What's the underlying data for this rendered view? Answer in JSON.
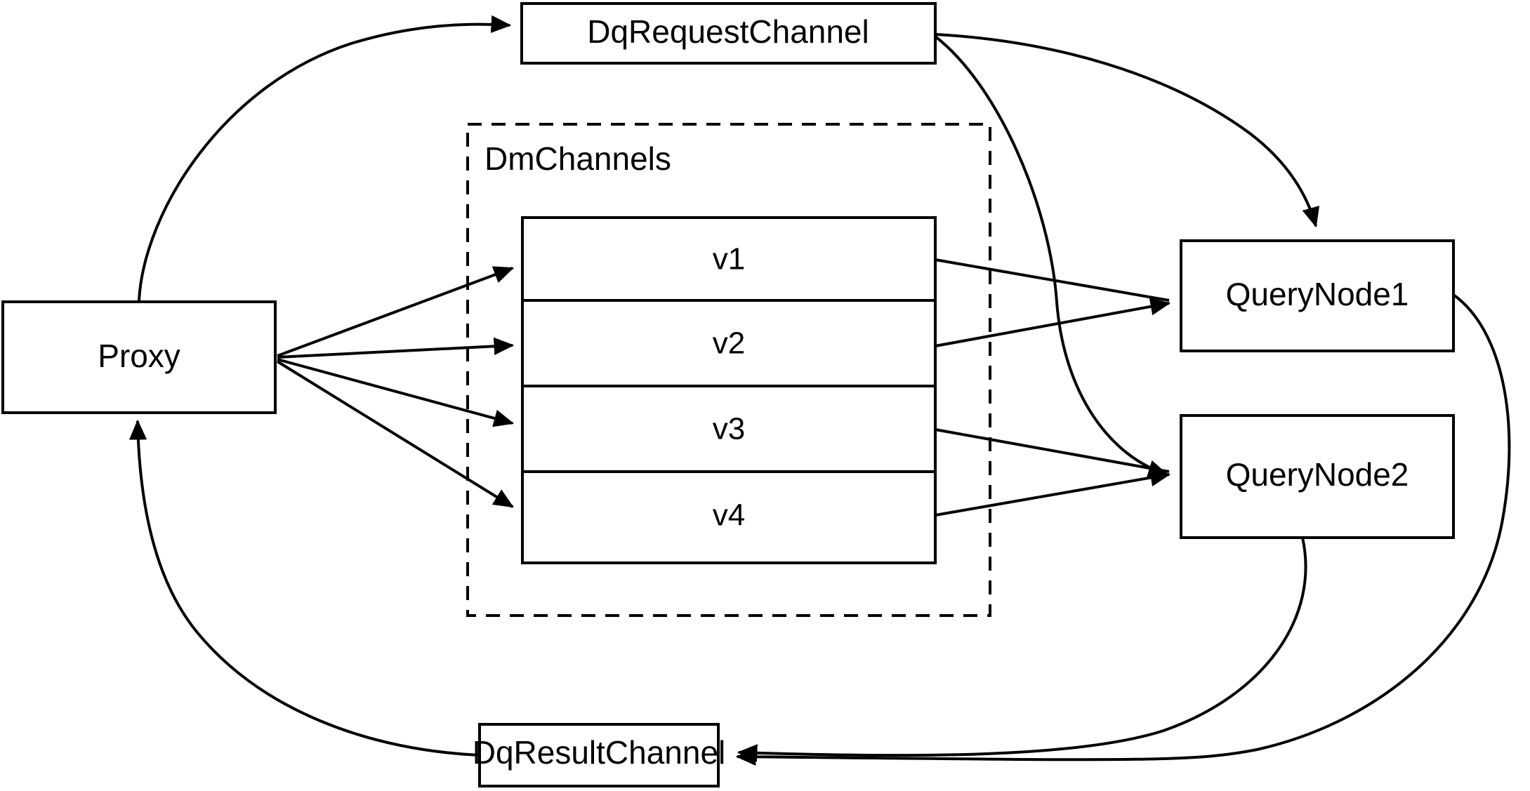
{
  "diagram": {
    "title": "Milvus distributed query message-flow diagram",
    "background_color": "#ffffff",
    "stroke_color": "#000000",
    "nodes": {
      "proxy": {
        "label": "Proxy"
      },
      "dq_request_channel": {
        "label": "DqRequestChannel"
      },
      "dq_result_channel": {
        "label": "DqResultChannel"
      },
      "query_node_1": {
        "label": "QueryNode1"
      },
      "query_node_2": {
        "label": "QueryNode2"
      }
    },
    "group": {
      "label": "DmChannels",
      "style": "dashed",
      "slots": [
        {
          "label": "v1"
        },
        {
          "label": "v2"
        },
        {
          "label": "v3"
        },
        {
          "label": "v4"
        }
      ]
    },
    "edges": [
      {
        "from": "Proxy",
        "to": "DqRequestChannel",
        "arrow": "to"
      },
      {
        "from": "Proxy",
        "to": "v1",
        "arrow": "to"
      },
      {
        "from": "Proxy",
        "to": "v2",
        "arrow": "to"
      },
      {
        "from": "Proxy",
        "to": "v3",
        "arrow": "to"
      },
      {
        "from": "Proxy",
        "to": "v4",
        "arrow": "to"
      },
      {
        "from": "DqRequestChannel",
        "to": "QueryNode1",
        "arrow": "to"
      },
      {
        "from": "DqRequestChannel",
        "to": "QueryNode2",
        "arrow": "to"
      },
      {
        "from": "v1",
        "to": "QueryNode1",
        "arrow": "to"
      },
      {
        "from": "v2",
        "to": "QueryNode1",
        "arrow": "to"
      },
      {
        "from": "v3",
        "to": "QueryNode2",
        "arrow": "to"
      },
      {
        "from": "v4",
        "to": "QueryNode2",
        "arrow": "to"
      },
      {
        "from": "QueryNode1",
        "to": "DqResultChannel",
        "arrow": "to"
      },
      {
        "from": "QueryNode2",
        "to": "DqResultChannel",
        "arrow": "to"
      },
      {
        "from": "DqResultChannel",
        "to": "Proxy",
        "arrow": "to"
      }
    ]
  }
}
